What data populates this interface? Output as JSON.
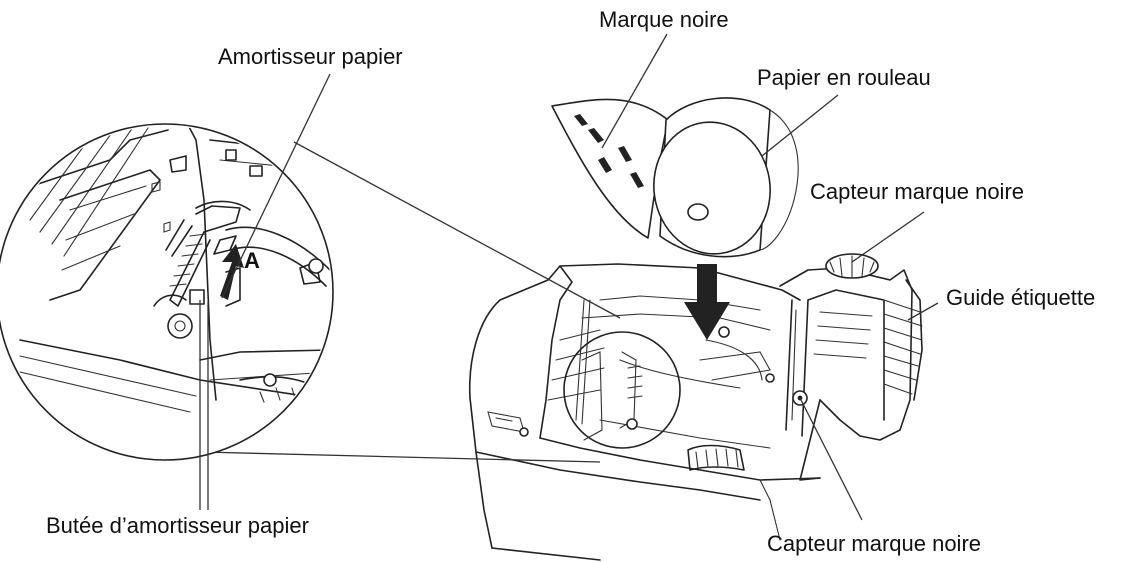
{
  "labels": {
    "black_mark": "Marque noire",
    "paper_roll": "Papier en rouleau",
    "black_mark_sensor_top": "Capteur marque noire",
    "label_guide": "Guide étiquette",
    "black_mark_sensor_bottom": "Capteur marque noire",
    "paper_damper": "Amortisseur papier",
    "paper_damper_stopper": "Butée d’amortisseur papier",
    "detail_letter": "A"
  },
  "colors": {
    "ink": "#222222",
    "background": "#ffffff"
  },
  "icons": [
    "insert-arrow-icon",
    "arrow-a-icon"
  ]
}
